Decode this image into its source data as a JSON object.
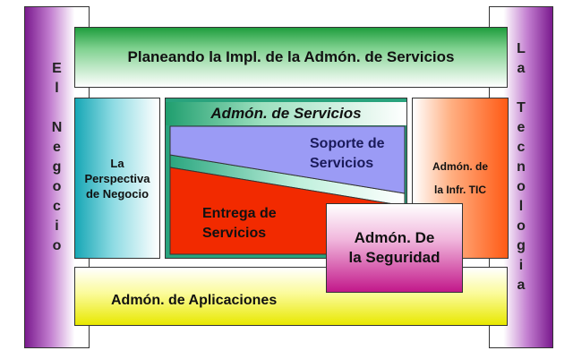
{
  "left_pillar": {
    "text": "E\nl\n \nN\ne\ng\no\nc\ni\no"
  },
  "right_pillar": {
    "text": "L\na\n \nT\ne\nc\nn\no\nl\no\ng\ni\na"
  },
  "top_band": {
    "label": "Planeando la Impl. de la Admón. de Servicios"
  },
  "bottom_band": {
    "label": "Admón. de Aplicaciones"
  },
  "left_box": {
    "label": "La\nPerspectiva\nde Negocio"
  },
  "right_box": {
    "label": "Admón. de\nla Infr. TIC"
  },
  "center_box": {
    "title": "Admón. de Servicios",
    "soporte": "Soporte de\nServicios",
    "entrega": "Entrega de\nServicios"
  },
  "security_box": {
    "label": "Admón. De\nla Seguridad"
  },
  "colors": {
    "pillar": "#7a1a8e",
    "top_band": "#1f9e3e",
    "bottom_band": "#e8e800",
    "left_box": "#17a7b5",
    "right_box": "#ff5a15",
    "center_box": "#29a37d",
    "soporte": "#9b9bf5",
    "entrega": "#f22a00",
    "security": "#c2188a"
  }
}
